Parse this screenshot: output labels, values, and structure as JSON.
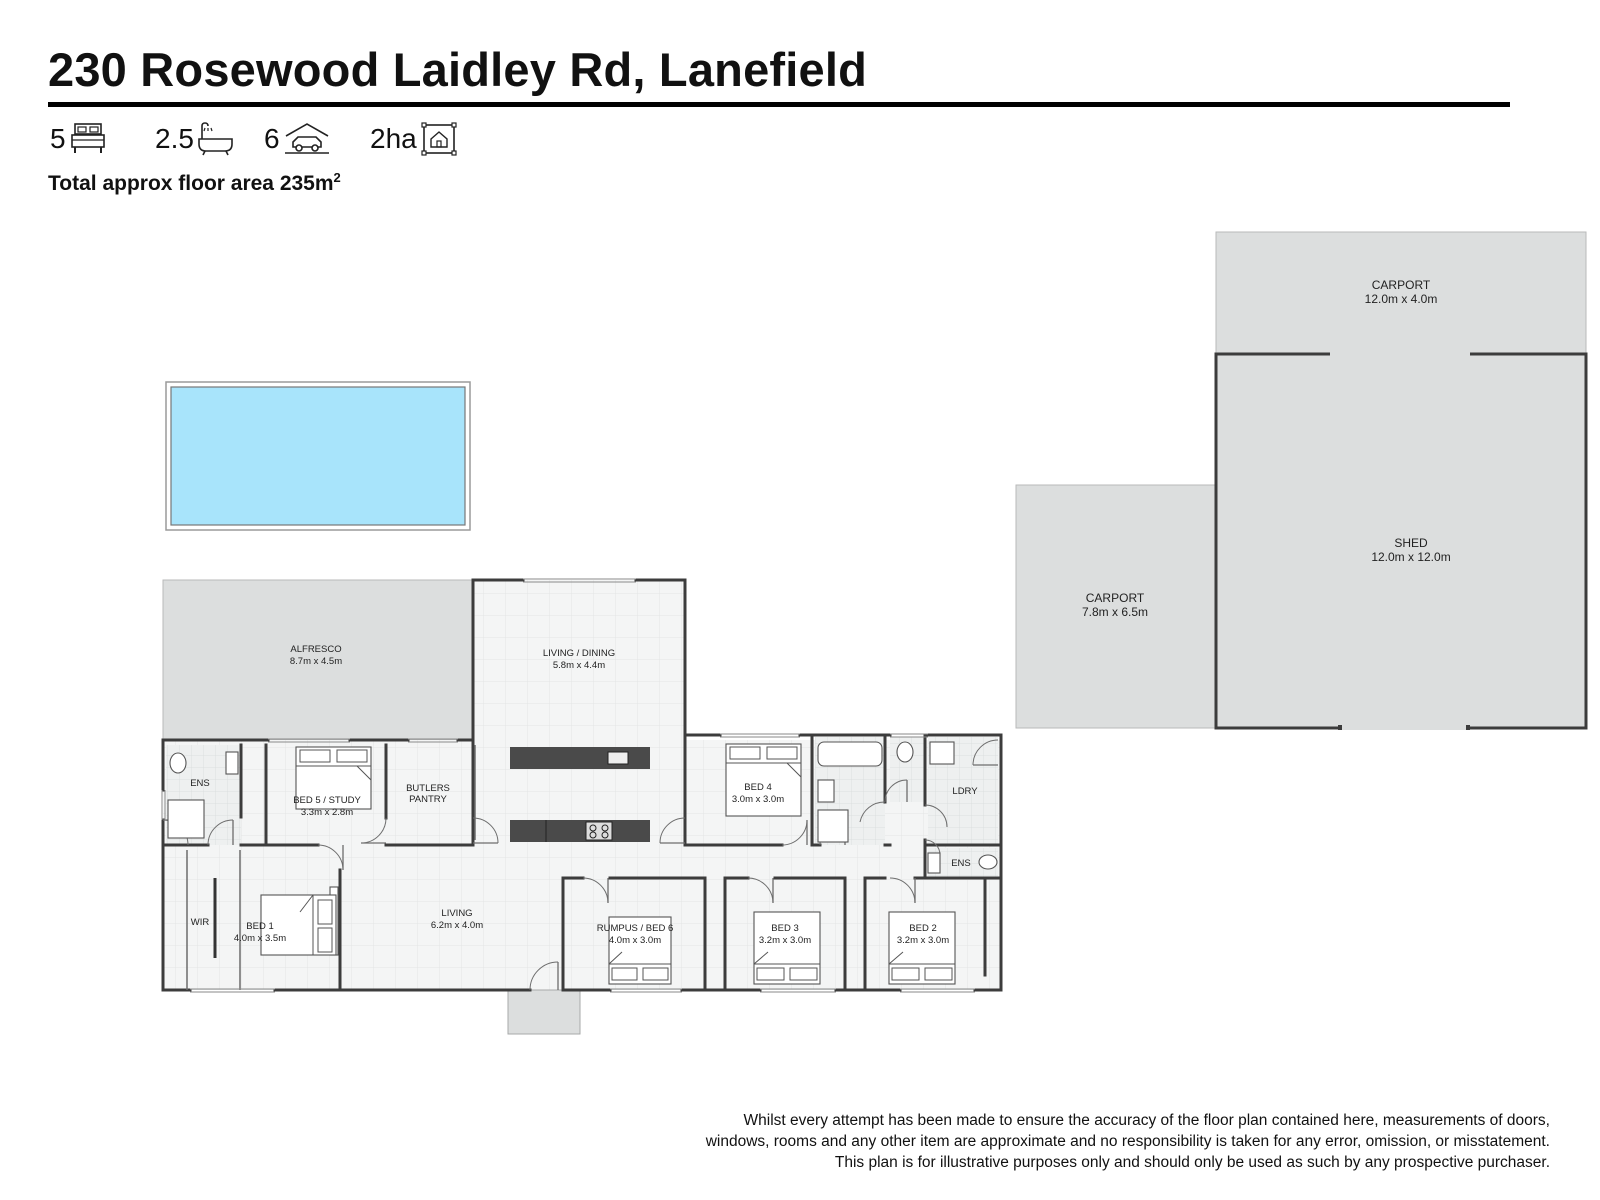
{
  "header": {
    "title": "230 Rosewood Laidley Rd, Lanefield",
    "floor_area_label": "Total approx floor area 235m",
    "floor_area_sup": "2"
  },
  "stats": {
    "bedrooms": "5",
    "bathrooms": "2.5",
    "car_spaces": "6",
    "land": "2ha"
  },
  "icons": [
    "bed-icon",
    "bath-icon",
    "car-icon",
    "land-icon"
  ],
  "colors": {
    "pool": "#a8e4fb",
    "outdoor": "#dcdede",
    "interior": "#f4f5f5",
    "wall": "#3c3c3c",
    "bench": "#4a4a4a"
  },
  "rooms": {
    "alfresco": {
      "name": "ALFRESCO",
      "dims": "8.7m x 4.5m"
    },
    "living_dining": {
      "name": "LIVING / DINING",
      "dims": "5.8m x 4.4m"
    },
    "ens_left": {
      "name": "ENS"
    },
    "bed5": {
      "name": "BED 5 / STUDY",
      "dims": "3.3m x 2.8m"
    },
    "butlers": {
      "name1": "BUTLERS",
      "name2": "PANTRY"
    },
    "bed4": {
      "name": "BED 4",
      "dims": "3.0m x 3.0m"
    },
    "ldry": {
      "name": "LDRY"
    },
    "ens_right": {
      "name": "ENS"
    },
    "wir": {
      "name": "WIR"
    },
    "bed1": {
      "name": "BED 1",
      "dims": "4.0m x 3.5m"
    },
    "living": {
      "name": "LIVING",
      "dims": "6.2m x 4.0m"
    },
    "rumpus": {
      "name": "RUMPUS / BED 6",
      "dims": "4.0m x 3.0m"
    },
    "bed3": {
      "name": "BED 3",
      "dims": "3.2m x 3.0m"
    },
    "bed2": {
      "name": "BED 2",
      "dims": "3.2m x 3.0m"
    },
    "carport_top": {
      "name": "CARPORT",
      "dims": "12.0m x 4.0m"
    },
    "shed": {
      "name": "SHED",
      "dims": "12.0m x 12.0m"
    },
    "carport_left": {
      "name": "CARPORT",
      "dims": "7.8m x 6.5m"
    }
  },
  "disclaimer": {
    "line1": "Whilst every attempt has been made to ensure the accuracy of the floor plan contained here, measurements of doors,",
    "line2": "windows, rooms and any other item are approximate and no responsibility is taken for any error, omission, or misstatement.",
    "line3": "This plan is for illustrative purposes only and should only be used as such by any prospective purchaser."
  }
}
